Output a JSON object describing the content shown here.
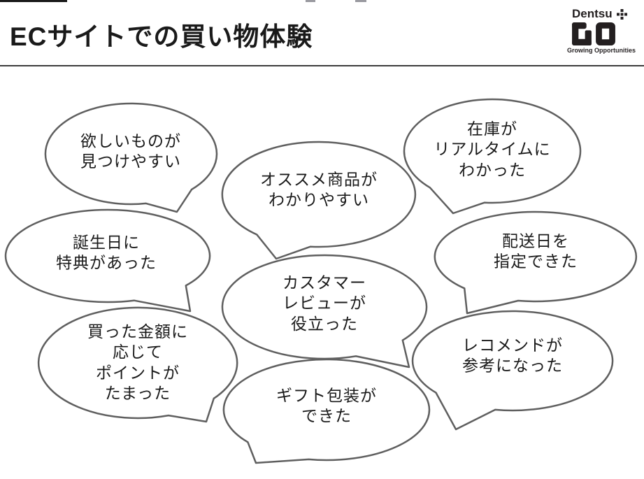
{
  "header": {
    "title": "ECサイトでの買い物体験",
    "logo": {
      "company": "Dentsu",
      "product": "GO",
      "tagline": "Growing Opportunities",
      "plus_icon": "dentsu-plus-mark"
    }
  },
  "bubbles": [
    {
      "text": "欲しいものが\n見つけやすい"
    },
    {
      "text": "オススメ商品が\nわかりやすい"
    },
    {
      "text": "在庫が\nリアルタイムに\nわかった"
    },
    {
      "text": "誕生日に\n特典があった"
    },
    {
      "text": "カスタマー\nレビューが\n役立った"
    },
    {
      "text": "配送日を\n指定できた"
    },
    {
      "text": "買った金額に\n応じて\nポイントが\nたまった"
    },
    {
      "text": "ギフト包装が\nできた"
    },
    {
      "text": "レコメンドが\n参考になった"
    }
  ],
  "colors": {
    "bubble_stroke": "#5f5f5f",
    "text": "#1a1a1a",
    "logo": "#231f20",
    "rule": "#3c3c3c"
  }
}
